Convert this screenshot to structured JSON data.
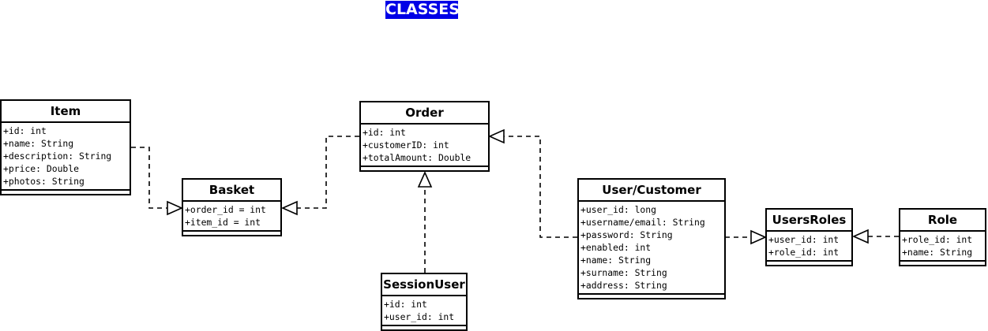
{
  "header": {
    "title": "CLASSES"
  },
  "classes": {
    "item": {
      "name": "Item",
      "attributes": [
        "+id: int",
        "+name: String",
        "+description: String",
        "+price: Double",
        "+photos: String"
      ]
    },
    "basket": {
      "name": "Basket",
      "attributes": [
        "+order_id = int",
        "+item_id = int"
      ]
    },
    "order": {
      "name": "Order",
      "attributes": [
        "+id: int",
        "+customerID: int",
        "+totalAmount: Double"
      ]
    },
    "sessionuser": {
      "name": "SessionUser",
      "attributes": [
        "+id: int",
        "+user_id: int"
      ]
    },
    "customer": {
      "name": "User/Customer",
      "attributes": [
        "+user_id: long",
        "+username/email: String",
        "+password: String",
        "+enabled: int",
        "+name: String",
        "+surname: String",
        "+address: String"
      ]
    },
    "usersroles": {
      "name": "UsersRoles",
      "attributes": [
        "+user_id: int",
        "+role_id: int"
      ]
    },
    "role": {
      "name": "Role",
      "attributes": [
        "+role_id: int",
        "+name: String"
      ]
    }
  },
  "relations": [
    {
      "from": "item",
      "to": "basket",
      "type": "realization"
    },
    {
      "from": "order",
      "to": "basket",
      "type": "realization"
    },
    {
      "from": "sessionuser",
      "to": "order",
      "type": "realization"
    },
    {
      "from": "customer",
      "to": "order",
      "type": "realization"
    },
    {
      "from": "customer",
      "to": "usersroles",
      "type": "realization"
    },
    {
      "from": "role",
      "to": "usersroles",
      "type": "realization"
    }
  ],
  "colors": {
    "title_bg": "#0000e6",
    "title_text": "#ffffff",
    "line": "#000000"
  }
}
